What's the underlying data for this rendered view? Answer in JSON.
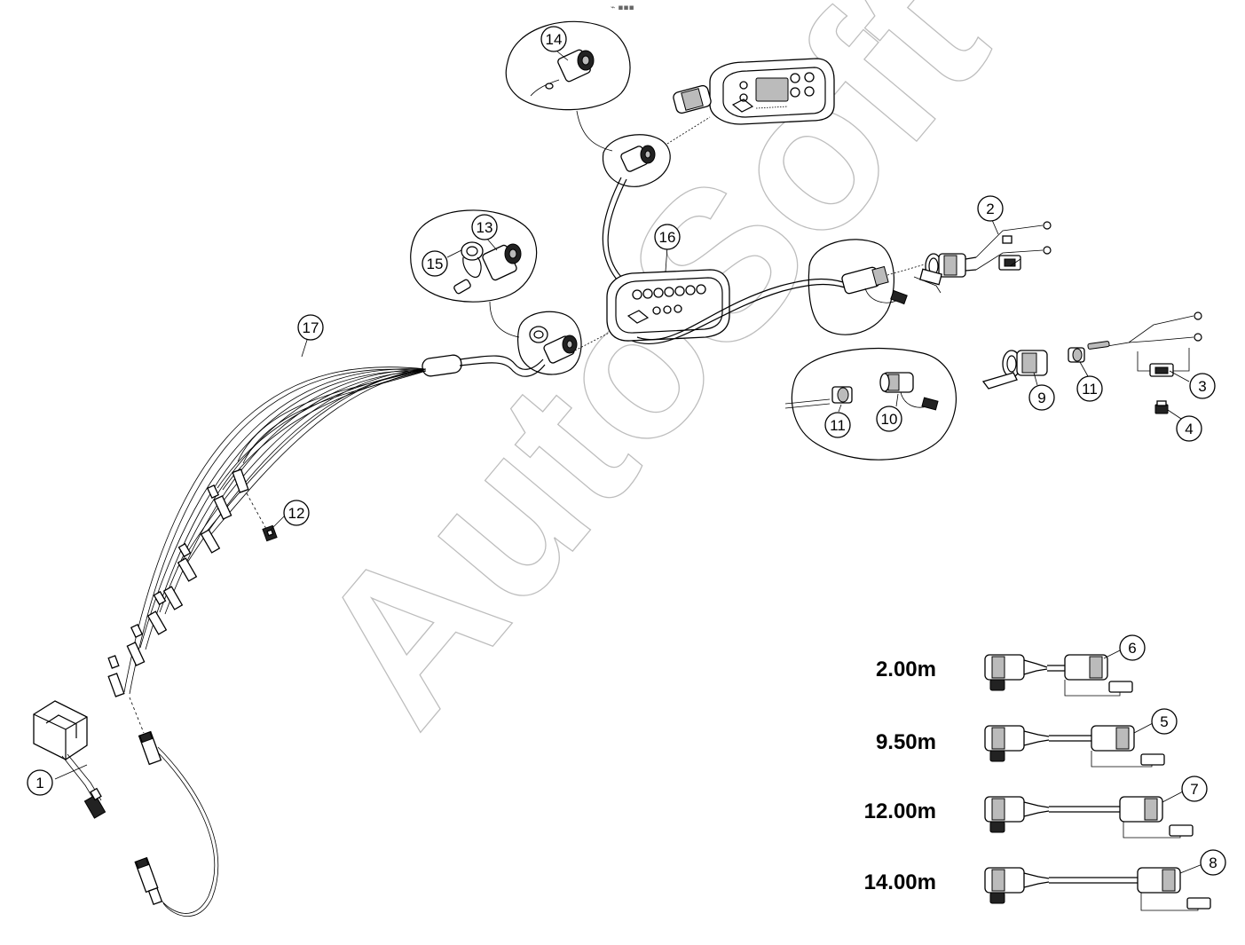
{
  "top_marker": "⌁ ▪▪▪",
  "watermark": {
    "text": "AutoSoft",
    "stroke_color": "#bdbdbd"
  },
  "callouts": [
    {
      "id": "c1",
      "label": "1"
    },
    {
      "id": "c2",
      "label": "2"
    },
    {
      "id": "c3",
      "label": "3"
    },
    {
      "id": "c4",
      "label": "4"
    },
    {
      "id": "c5",
      "label": "5"
    },
    {
      "id": "c6",
      "label": "6"
    },
    {
      "id": "c7",
      "label": "7"
    },
    {
      "id": "c8",
      "label": "8"
    },
    {
      "id": "c9",
      "label": "9"
    },
    {
      "id": "c10",
      "label": "10"
    },
    {
      "id": "c11a",
      "label": "11"
    },
    {
      "id": "c11b",
      "label": "11"
    },
    {
      "id": "c12",
      "label": "12"
    },
    {
      "id": "c13",
      "label": "13"
    },
    {
      "id": "c14",
      "label": "14"
    },
    {
      "id": "c15",
      "label": "15"
    },
    {
      "id": "c16",
      "label": "16"
    },
    {
      "id": "c17",
      "label": "17"
    }
  ],
  "extension_cables": [
    {
      "length": "2.00m",
      "part": "6"
    },
    {
      "length": "9.50m",
      "part": "5"
    },
    {
      "length": "12.00m",
      "part": "7"
    },
    {
      "length": "14.00m",
      "part": "8"
    }
  ]
}
